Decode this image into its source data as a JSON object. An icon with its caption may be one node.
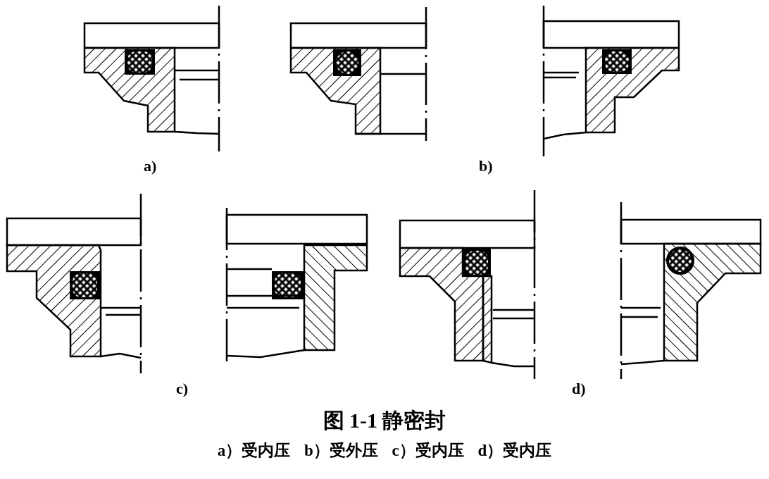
{
  "diagram": {
    "title": "图 1-1 静密封",
    "caption": "a）受内压 b）受外压 c）受内压 d）受内压",
    "labels": [
      "a)",
      "b)",
      "c)",
      "d)"
    ]
  }
}
